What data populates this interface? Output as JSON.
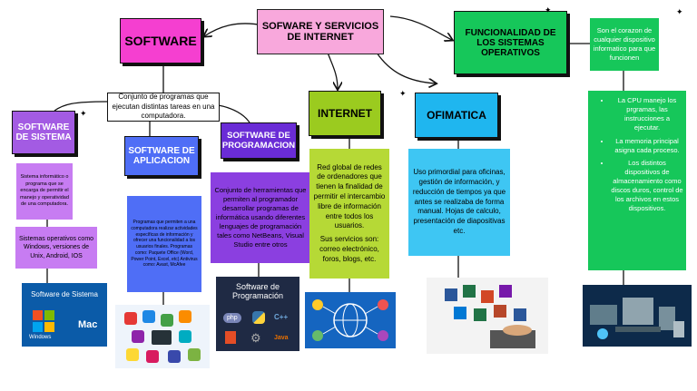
{
  "central": "SOFWARE Y SERVICIOS DE INTERNET",
  "software": {
    "title": "SOFTWARE",
    "definition": "Conjunto de programas que ejecutan distintas tareas en una computadora."
  },
  "sistema": {
    "title": "SOFTWARE DE SISTEMA",
    "desc": "Sistema informático o programa que se encarga de permitir el manejo y operatividad de una computadora.",
    "examples": "Sistemas operativos como Windows, versiones de Unix, Android, IOS",
    "image_text": "Software de Sistema",
    "image_icons": [
      "Windows",
      "Mac"
    ]
  },
  "aplicacion": {
    "title": "SOFTWARE DE APLICACION",
    "desc": "Programas que permiten a una computadora realizar actividades específicas de información y ofrecer una funcionalidad a los usuarios finales. Programas como: Paquete Office (Word, Power Point, Excel, etc) Antivirus como: Avast, McAfee"
  },
  "programacion": {
    "title": "SOFTWARE DE PROGRAMACION",
    "desc": "Conjunto de herramientas que permiten al programador desarrollar programas de informática usando diferentes lenguajes de programación tales como NetBeans, Visual Studio entre otros",
    "image_title": "Software de Programación",
    "image_icons": [
      "php",
      "C++",
      "Java"
    ]
  },
  "internet": {
    "title": "INTERNET",
    "desc": "Red global de redes de ordenadores que tienen la finalidad de permitir el intercambio libre de información entre todos los usuarios.",
    "services": "Sus servicios son: correo electrónico, foros, blogs, etc."
  },
  "ofimatica": {
    "title": "OFIMATICA",
    "desc": "Uso primordial para oficinas, gestión de información, y reducción de tiempos ya que antes se realizaba de forma manual. Hojas de calculo, presentación de diapositivas etc."
  },
  "funcionalidad": {
    "title": "FUNCIONALIDAD DE LOS SISTEMAS OPERATIVOS",
    "intro": "Son el corazon de cualquier dispositivo informatico para que funcionen",
    "bullets": [
      "La CPU manejo los prgramas, las instrucciones a ejecutar.",
      "La memoria principal asigna cada proceso.",
      "Los distintos dispositivos de almacenamiento como discos duros, control de los archivos en estos dispositivos."
    ]
  },
  "colors": {
    "magenta": "#f53fd0",
    "purple": "#a35be3",
    "blue": "#4f6ef6",
    "violet": "#6a2cd6",
    "lime": "#9bcb1f",
    "cyan": "#1fb6ef",
    "green": "#16c75a"
  }
}
